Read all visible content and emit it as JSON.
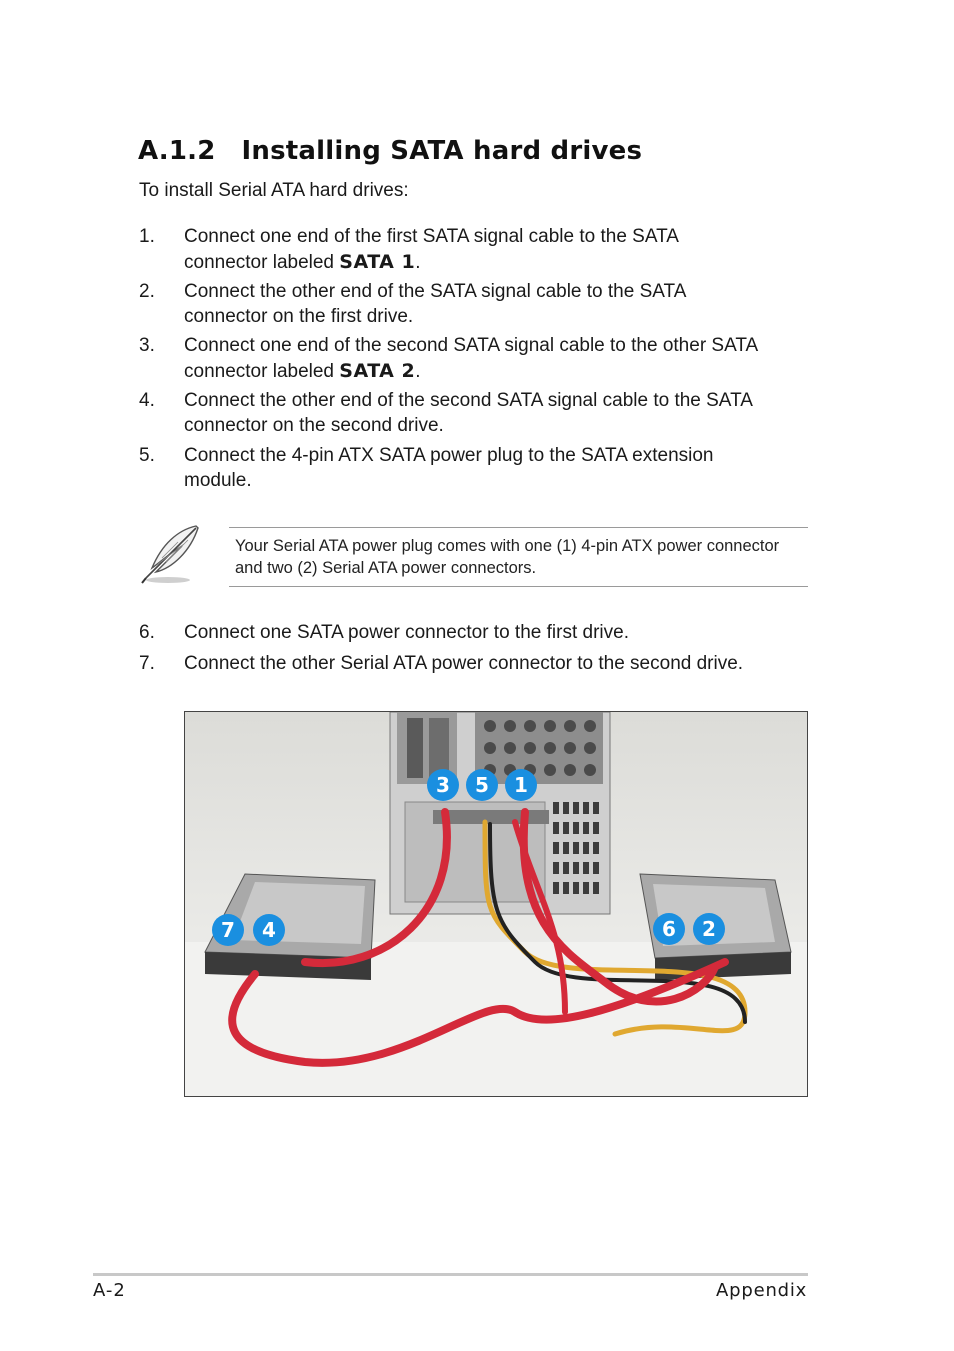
{
  "section": {
    "number": "A.1.2",
    "title": "Installing SATA hard drives",
    "intro": "To install Serial ATA hard drives:"
  },
  "steps": [
    {
      "num": "1.",
      "text": "Connect one end of the first SATA signal cable to the SATA connector labeled ",
      "bold": "SATA 1",
      "tail": "."
    },
    {
      "num": "2.",
      "text": "Connect the other end of the SATA signal cable to the SATA connector on the first drive.",
      "bold": "",
      "tail": ""
    },
    {
      "num": "3.",
      "text": "Connect one end of the second SATA signal cable to the other SATA connector labeled ",
      "bold": "SATA 2",
      "tail": "."
    },
    {
      "num": "4.",
      "text": "Connect the other end of the second SATA signal cable to the SATA connector on the second drive.",
      "bold": "",
      "tail": ""
    },
    {
      "num": "5.",
      "text": "Connect the 4-pin ATX SATA power plug to the SATA extension module.",
      "bold": "",
      "tail": ""
    },
    {
      "num": "6.",
      "text": "Connect one SATA power connector to the first drive.",
      "bold": "",
      "tail": ""
    },
    {
      "num": "7.",
      "text": "Connect the other Serial ATA power connector to the second drive.",
      "bold": "",
      "tail": ""
    }
  ],
  "note": {
    "icon": "feather-pen-icon",
    "text": "Your Serial ATA power plug comes with one (1) 4-pin ATX power connector and two (2) Serial ATA power connectors."
  },
  "photo": {
    "callouts": [
      "3",
      "5",
      "1",
      "7",
      "4",
      "6",
      "2"
    ],
    "callout_color": "#1a8fe0",
    "cable_color": "#d42a3a"
  },
  "footer": {
    "left": "A-2",
    "right": "Appendix"
  }
}
